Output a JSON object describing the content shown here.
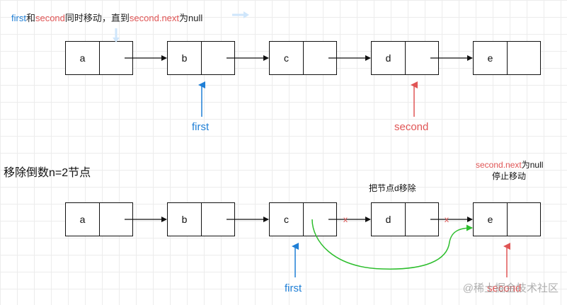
{
  "header": {
    "part1": "first",
    "part2": "和",
    "part3": "second",
    "part4": "同时移动，直到",
    "part5": "second.next",
    "part6": "为null"
  },
  "top_row": {
    "nodes": [
      "a",
      "b",
      "c",
      "d",
      "e"
    ],
    "first_label": "first",
    "second_label": "second"
  },
  "section_title": "移除倒数n=2节点",
  "bottom_row": {
    "nodes": [
      "a",
      "b",
      "c",
      "d",
      "e"
    ],
    "remove_note": "把节点d移除",
    "stop_note_1": "second.next",
    "stop_note_2": "为null",
    "stop_note_3": "停止移动",
    "cross_1": "x",
    "cross_2": "x",
    "first_label": "first",
    "second_label": "second"
  },
  "watermark": "@稀土掘金技术社区",
  "colors": {
    "first": "#1f7fd6",
    "second": "#e05555",
    "bypass": "#2dbe2d",
    "watermark": "#999999"
  }
}
